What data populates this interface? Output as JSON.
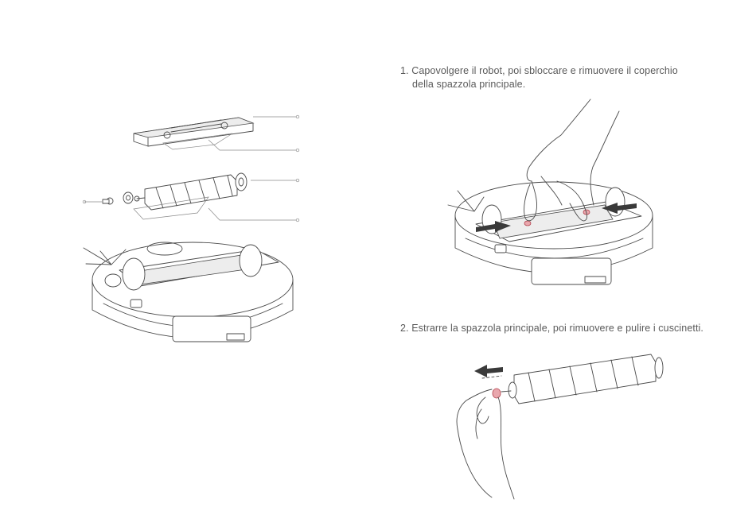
{
  "steps": [
    {
      "number": "1.",
      "text_line1": "Capovolgere il robot, poi sbloccare e rimuovere il coperchio",
      "text_line2": "della spazzola principale."
    },
    {
      "number": "2.",
      "text_line1": "Estrarre la spazzola principale, poi rimuovere e pulire i cuscinetti."
    }
  ],
  "colors": {
    "line": "#4a4a4a",
    "accent": "#e9a7ad",
    "text": "#5a5a5a"
  }
}
